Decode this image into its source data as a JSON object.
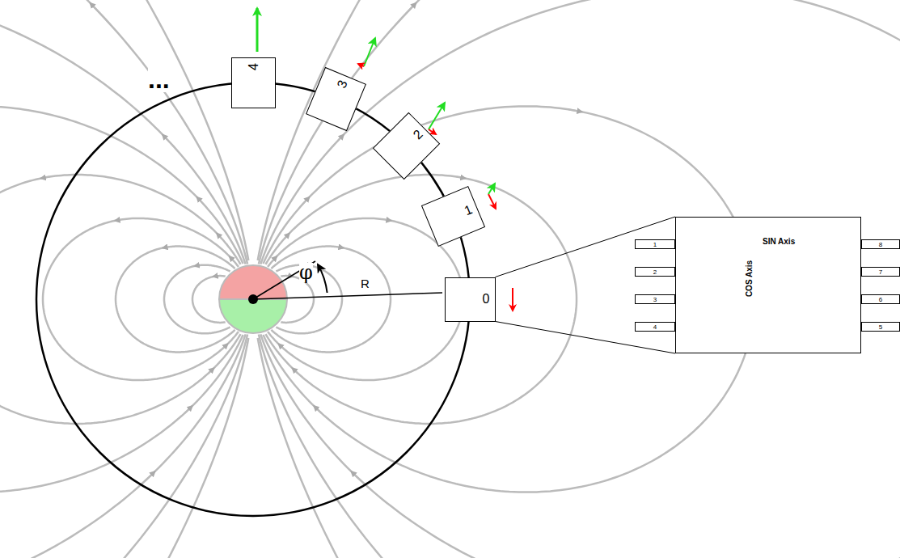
{
  "diagram": {
    "nodes": [
      {
        "text": [
          "0"
        ]
      },
      {
        "text": [
          "1"
        ]
      },
      {
        "text": [
          "2"
        ]
      },
      {
        "text": [
          "3"
        ]
      },
      {
        "text": [
          "4"
        ]
      },
      {
        "text": [
          "SIN Axis",
          "COS Axis"
        ]
      },
      {
        "text": [
          "1"
        ]
      },
      {
        "text": [
          "2"
        ]
      },
      {
        "text": [
          "3"
        ]
      },
      {
        "text": [
          "4"
        ]
      },
      {
        "text": [
          "8"
        ]
      },
      {
        "text": [
          "7"
        ]
      },
      {
        "text": [
          "6"
        ]
      },
      {
        "text": [
          "5"
        ]
      }
    ],
    "edges": [
      {
        "from": 0,
        "to": 5,
        "arrow": "none"
      }
    ],
    "labels": [
      "...",
      "φ",
      "R"
    ]
  }
}
